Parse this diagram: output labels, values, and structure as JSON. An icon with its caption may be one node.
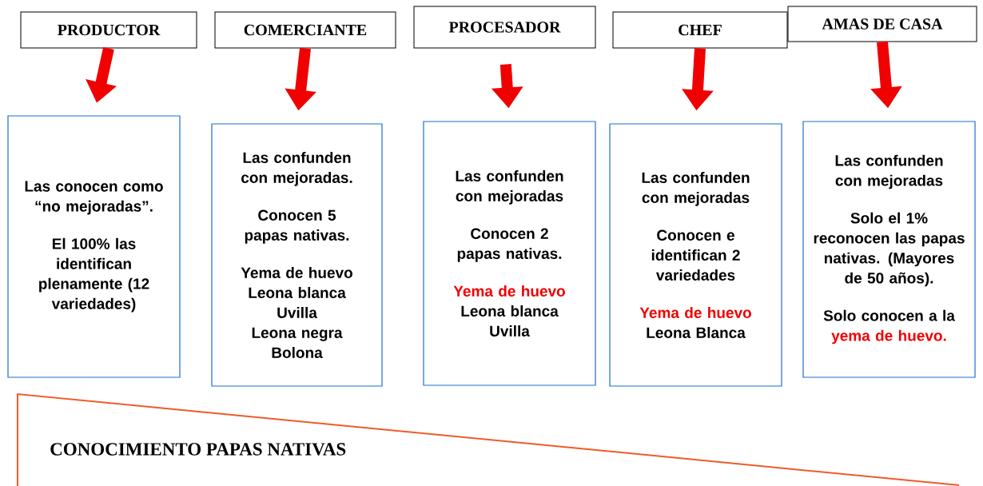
{
  "diagram": {
    "nodes": [
      {
        "text": [
          "PRODUCTOR"
        ]
      },
      {
        "text": [
          "COMERCIANTE"
        ]
      },
      {
        "text": [
          "PROCESADOR"
        ]
      },
      {
        "text": [
          "CHEF"
        ]
      },
      {
        "text": [
          "AMAS DE CASA"
        ]
      },
      {
        "text": [
          "Las conocen como “no mejoradas”.",
          "El 100% las identifican plenamente (12 variedades)"
        ]
      },
      {
        "text": [
          "Las confunden con mejoradas.",
          "Conocen 5 papas nativas.",
          "Yema de huevo",
          "Leona blanca",
          "Uvilla",
          "Leona negra",
          "Bolona"
        ]
      },
      {
        "text": [
          "Las confunden con mejoradas",
          "Conocen 2 papas nativas.",
          "Yema de huevo",
          "Leona blanca",
          "Uvilla"
        ]
      },
      {
        "text": [
          "Las confunden con mejoradas",
          "Conocen e identifican 2 variedades",
          "Yema de huevo",
          "Leona Blanca"
        ]
      },
      {
        "text": [
          "Las confunden con mejoradas",
          "Solo el 1% reconocen las papas nativas. (Mayores de 50 años).",
          "Solo conocen a la",
          "yema de huevo."
        ]
      },
      {
        "text": [
          "CONOCIMIENTO PAPAS NATIVAS"
        ]
      }
    ],
    "edges": [
      {
        "from": 0,
        "to": 5,
        "arrow": "to"
      },
      {
        "from": 1,
        "to": 6,
        "arrow": "to"
      },
      {
        "from": 2,
        "to": 7,
        "arrow": "to"
      },
      {
        "from": 3,
        "to": 8,
        "arrow": "to"
      },
      {
        "from": 4,
        "to": 9,
        "arrow": "to"
      }
    ]
  }
}
